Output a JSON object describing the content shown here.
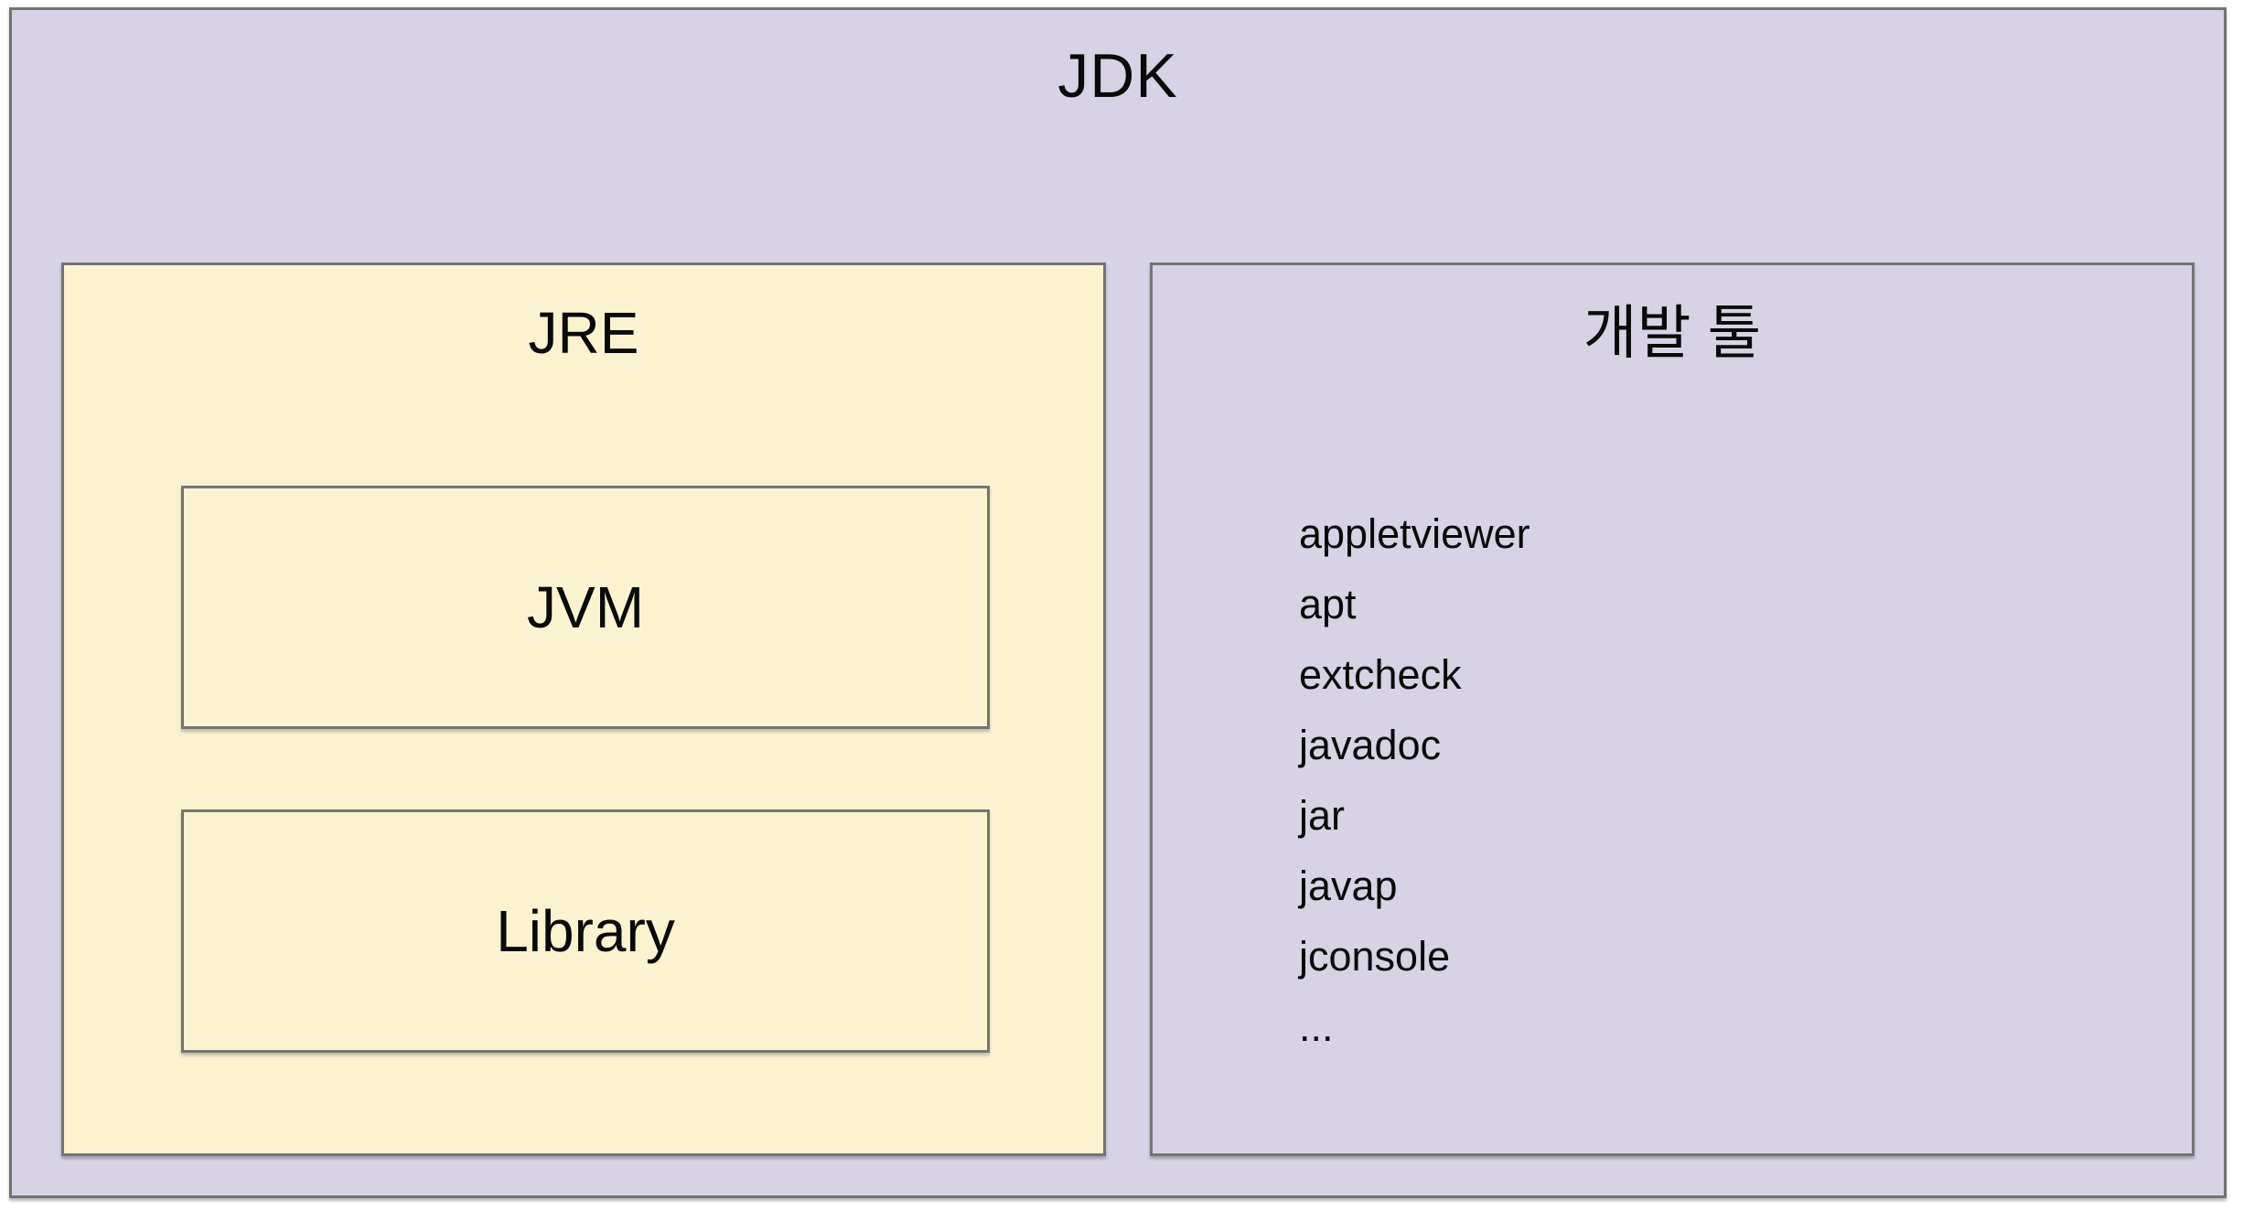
{
  "colors": {
    "canvas_bg": "#ffffff",
    "lavender": "#D7D3E4",
    "cream": "#FBF3D0",
    "border_gray": "#747474",
    "text": "#0a0a0a"
  },
  "diagram": {
    "jdk": {
      "label": "JDK"
    },
    "jre": {
      "label": "JRE",
      "jvm_label": "JVM",
      "library_label": "Library"
    },
    "dev_tools": {
      "title": "개발 툴",
      "items": [
        "appletviewer",
        "apt",
        "extcheck",
        "javadoc",
        "jar",
        "javap",
        "jconsole",
        "..."
      ]
    }
  }
}
